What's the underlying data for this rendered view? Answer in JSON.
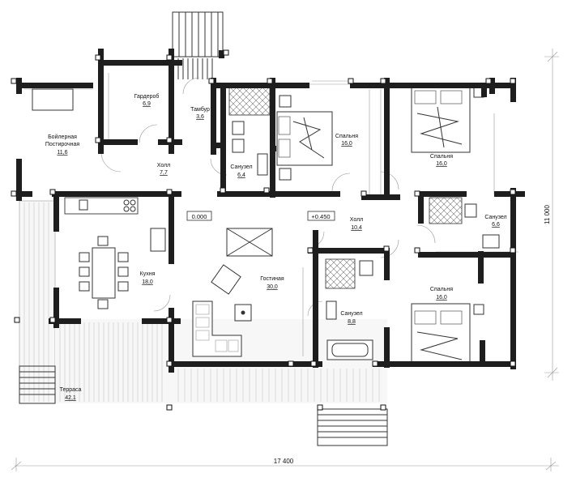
{
  "rooms": {
    "boiler": {
      "label_1": "Бойлерная",
      "label_2": "Постирочная",
      "area": "11,6"
    },
    "wardrobe": {
      "label": "Гардероб",
      "area": "6,9"
    },
    "vestibule": {
      "label": "Тамбур",
      "area": "3,6"
    },
    "hall_left": {
      "label": "Холл",
      "area": "7,7"
    },
    "bath_top": {
      "label": "Санузел",
      "area": "6,4"
    },
    "bed_center": {
      "label": "Спальня",
      "area": "16,0"
    },
    "bed_ne": {
      "label": "Спальня",
      "area": "16,0"
    },
    "bath_right": {
      "label": "Санузел",
      "area": "6,6"
    },
    "hall_right": {
      "label": "Холл",
      "area": "10,4"
    },
    "kitchen": {
      "label": "Кухня",
      "area": "18,0"
    },
    "living": {
      "label": "Гостиная",
      "area": "30,0"
    },
    "bath_mid": {
      "label": "Санузел",
      "area": "8,8"
    },
    "bed_se": {
      "label": "Спальня",
      "area": "16,0"
    },
    "terrace": {
      "label": "Терраса",
      "area": "42,1"
    }
  },
  "levels": {
    "base": "0.000",
    "raised": "+0.450"
  },
  "dimensions": {
    "width": "17 400",
    "height": "11 000"
  }
}
